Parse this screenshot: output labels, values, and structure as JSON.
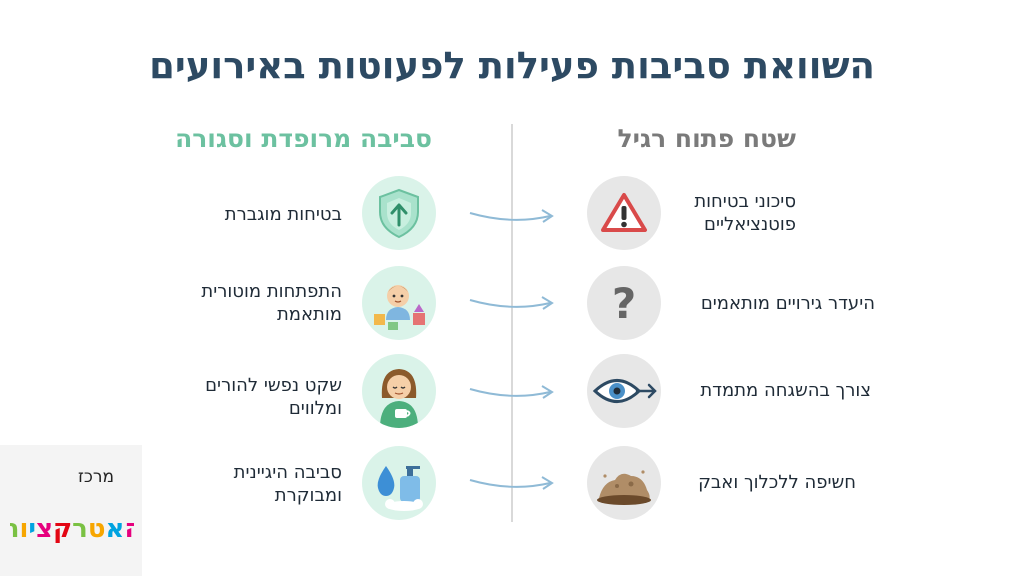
{
  "title": "השוואת סביבות פעילות לפעוטות באירועים",
  "columns": {
    "open": "שטח פתוח רגיל",
    "enclosed": "סביבה מרופדת וסגורה"
  },
  "rows": [
    {
      "risk": "סיכוני בטיחות פוטנציאליים",
      "risk_icon": "warning-triangle-icon",
      "benefit": "בטיחות מוגברת",
      "benefit_icon": "shield-arrow-icon"
    },
    {
      "risk": "היעדר גירויים מותאמים",
      "risk_icon": "question-mark-icon",
      "benefit": "התפתחות מוטורית מותאמת",
      "benefit_icon": "baby-blocks-icon"
    },
    {
      "risk": "צורך בהשגחה מתמדת",
      "risk_icon": "eye-icon",
      "benefit": "שקט נפשי להורים ומלווים",
      "benefit_icon": "relaxed-parent-icon"
    },
    {
      "risk": "חשיפה ללכלוך ואבק",
      "risk_icon": "dirt-pile-icon",
      "benefit": "סביבה היגיינית ומבוקרת",
      "benefit_icon": "hygiene-soap-icon"
    }
  ],
  "logo": {
    "top": "מרכז",
    "word": "האטרקציות",
    "colors": [
      "#e6007e",
      "#00a3e0",
      "#f7a600",
      "#7ac143",
      "#e30613"
    ]
  },
  "colors": {
    "title": "#2d4a63",
    "open_header": "#7a7a7a",
    "enclosed_header": "#6cc1a0",
    "arrow": "#8fbad6"
  }
}
